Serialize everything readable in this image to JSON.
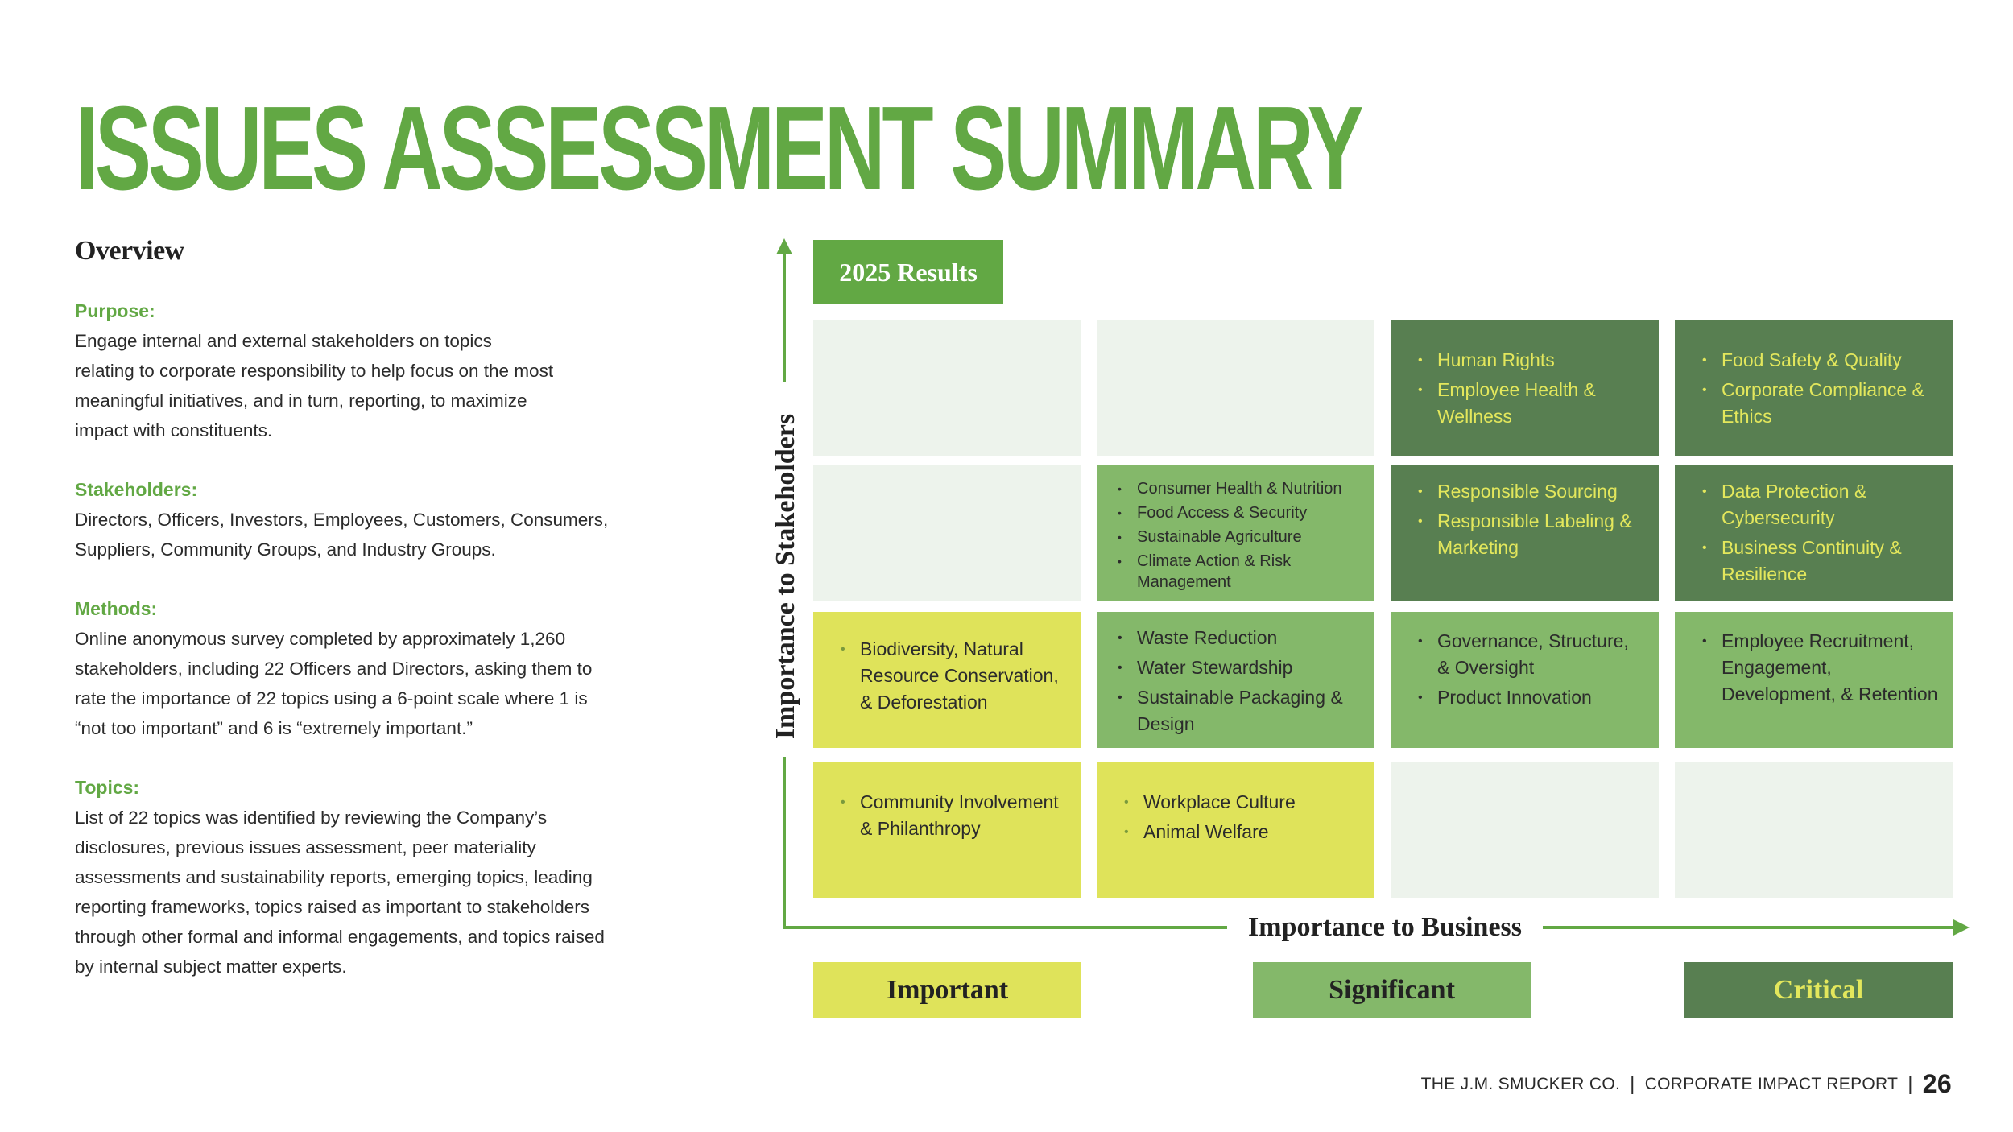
{
  "page_title": "ISSUES ASSESSMENT SUMMARY",
  "overview": {
    "heading": "Overview",
    "purpose": {
      "label": "Purpose:",
      "lines": [
        "Engage internal and external stakeholders on topics",
        "relating to corporate responsibility to help focus on the most",
        "meaningful initiatives, and in turn, reporting, to maximize",
        "impact with constituents."
      ]
    },
    "stakeholders": {
      "label": "Stakeholders:",
      "lines": [
        "Directors, Officers, Investors, Employees, Customers, Consumers,",
        "Suppliers, Community Groups, and Industry Groups."
      ]
    },
    "methods": {
      "label": "Methods:",
      "lines": [
        "Online anonymous survey completed by approximately 1,260",
        "stakeholders, including 22 Officers and Directors, asking them to",
        "rate the importance of 22 topics using a 6-point scale where 1 is",
        "“not too important” and 6 is “extremely important.”"
      ]
    },
    "topics": {
      "label": "Topics:",
      "lines": [
        "List of 22 topics was identified by reviewing the Company’s",
        "disclosures, previous issues assessment, peer materiality",
        "assessments and sustainability reports, emerging topics, leading",
        "reporting frameworks, topics raised as important to stakeholders",
        "through other formal and informal engagements, and topics raised",
        "by internal subject matter experts."
      ]
    }
  },
  "matrix": {
    "badge": "2025 Results",
    "y_axis_label": "Importance to Stakeholders",
    "x_axis_label": "Importance to Business",
    "rows": [
      {
        "cells": [
          {
            "color": "empty",
            "items": []
          },
          {
            "color": "empty",
            "items": []
          },
          {
            "color": "critical",
            "items": [
              "Human Rights",
              "Employee Health & Wellness"
            ]
          },
          {
            "color": "critical",
            "items": [
              "Food Safety & Quality",
              "Corporate Compliance & Ethics"
            ]
          }
        ]
      },
      {
        "cells": [
          {
            "color": "empty",
            "items": []
          },
          {
            "color": "significant",
            "items": [
              "Consumer Health & Nutrition",
              "Food Access & Security",
              "Sustainable Agriculture",
              "Climate Action & Risk Management"
            ]
          },
          {
            "color": "critical",
            "items": [
              "Responsible Sourcing",
              "Responsible Labeling & Marketing"
            ]
          },
          {
            "color": "critical",
            "items": [
              "Data Protection & Cybersecurity",
              "Business Continuity & Resilience"
            ]
          }
        ]
      },
      {
        "cells": [
          {
            "color": "important",
            "items": [
              "Biodiversity, Natural Resource Conservation, & Deforestation"
            ]
          },
          {
            "color": "significant",
            "items": [
              "Waste Reduction",
              "Water Stewardship",
              "Sustainable Packaging & Design"
            ]
          },
          {
            "color": "significant",
            "items": [
              "Governance, Structure, & Oversight",
              "Product Innovation"
            ]
          },
          {
            "color": "significant",
            "items": [
              "Employee Recruitment, Engagement, Development, & Retention"
            ]
          }
        ]
      },
      {
        "cells": [
          {
            "color": "important",
            "items": [
              "Community Involvement & Philanthropy"
            ]
          },
          {
            "color": "important",
            "items": [
              "Workplace Culture",
              "Animal Welfare"
            ]
          },
          {
            "color": "empty",
            "items": []
          },
          {
            "color": "empty",
            "items": []
          }
        ]
      }
    ],
    "legend": {
      "important": "Important",
      "significant": "Significant",
      "critical": "Critical"
    },
    "colors": {
      "important": "#dfe35a",
      "significant": "#84b86a",
      "critical": "#587f51",
      "empty": "#edf3ec",
      "accent": "#62a844"
    }
  },
  "footer": {
    "company": "THE J.M. SMUCKER CO.",
    "report": "CORPORATE IMPACT REPORT",
    "page_number": "26"
  }
}
